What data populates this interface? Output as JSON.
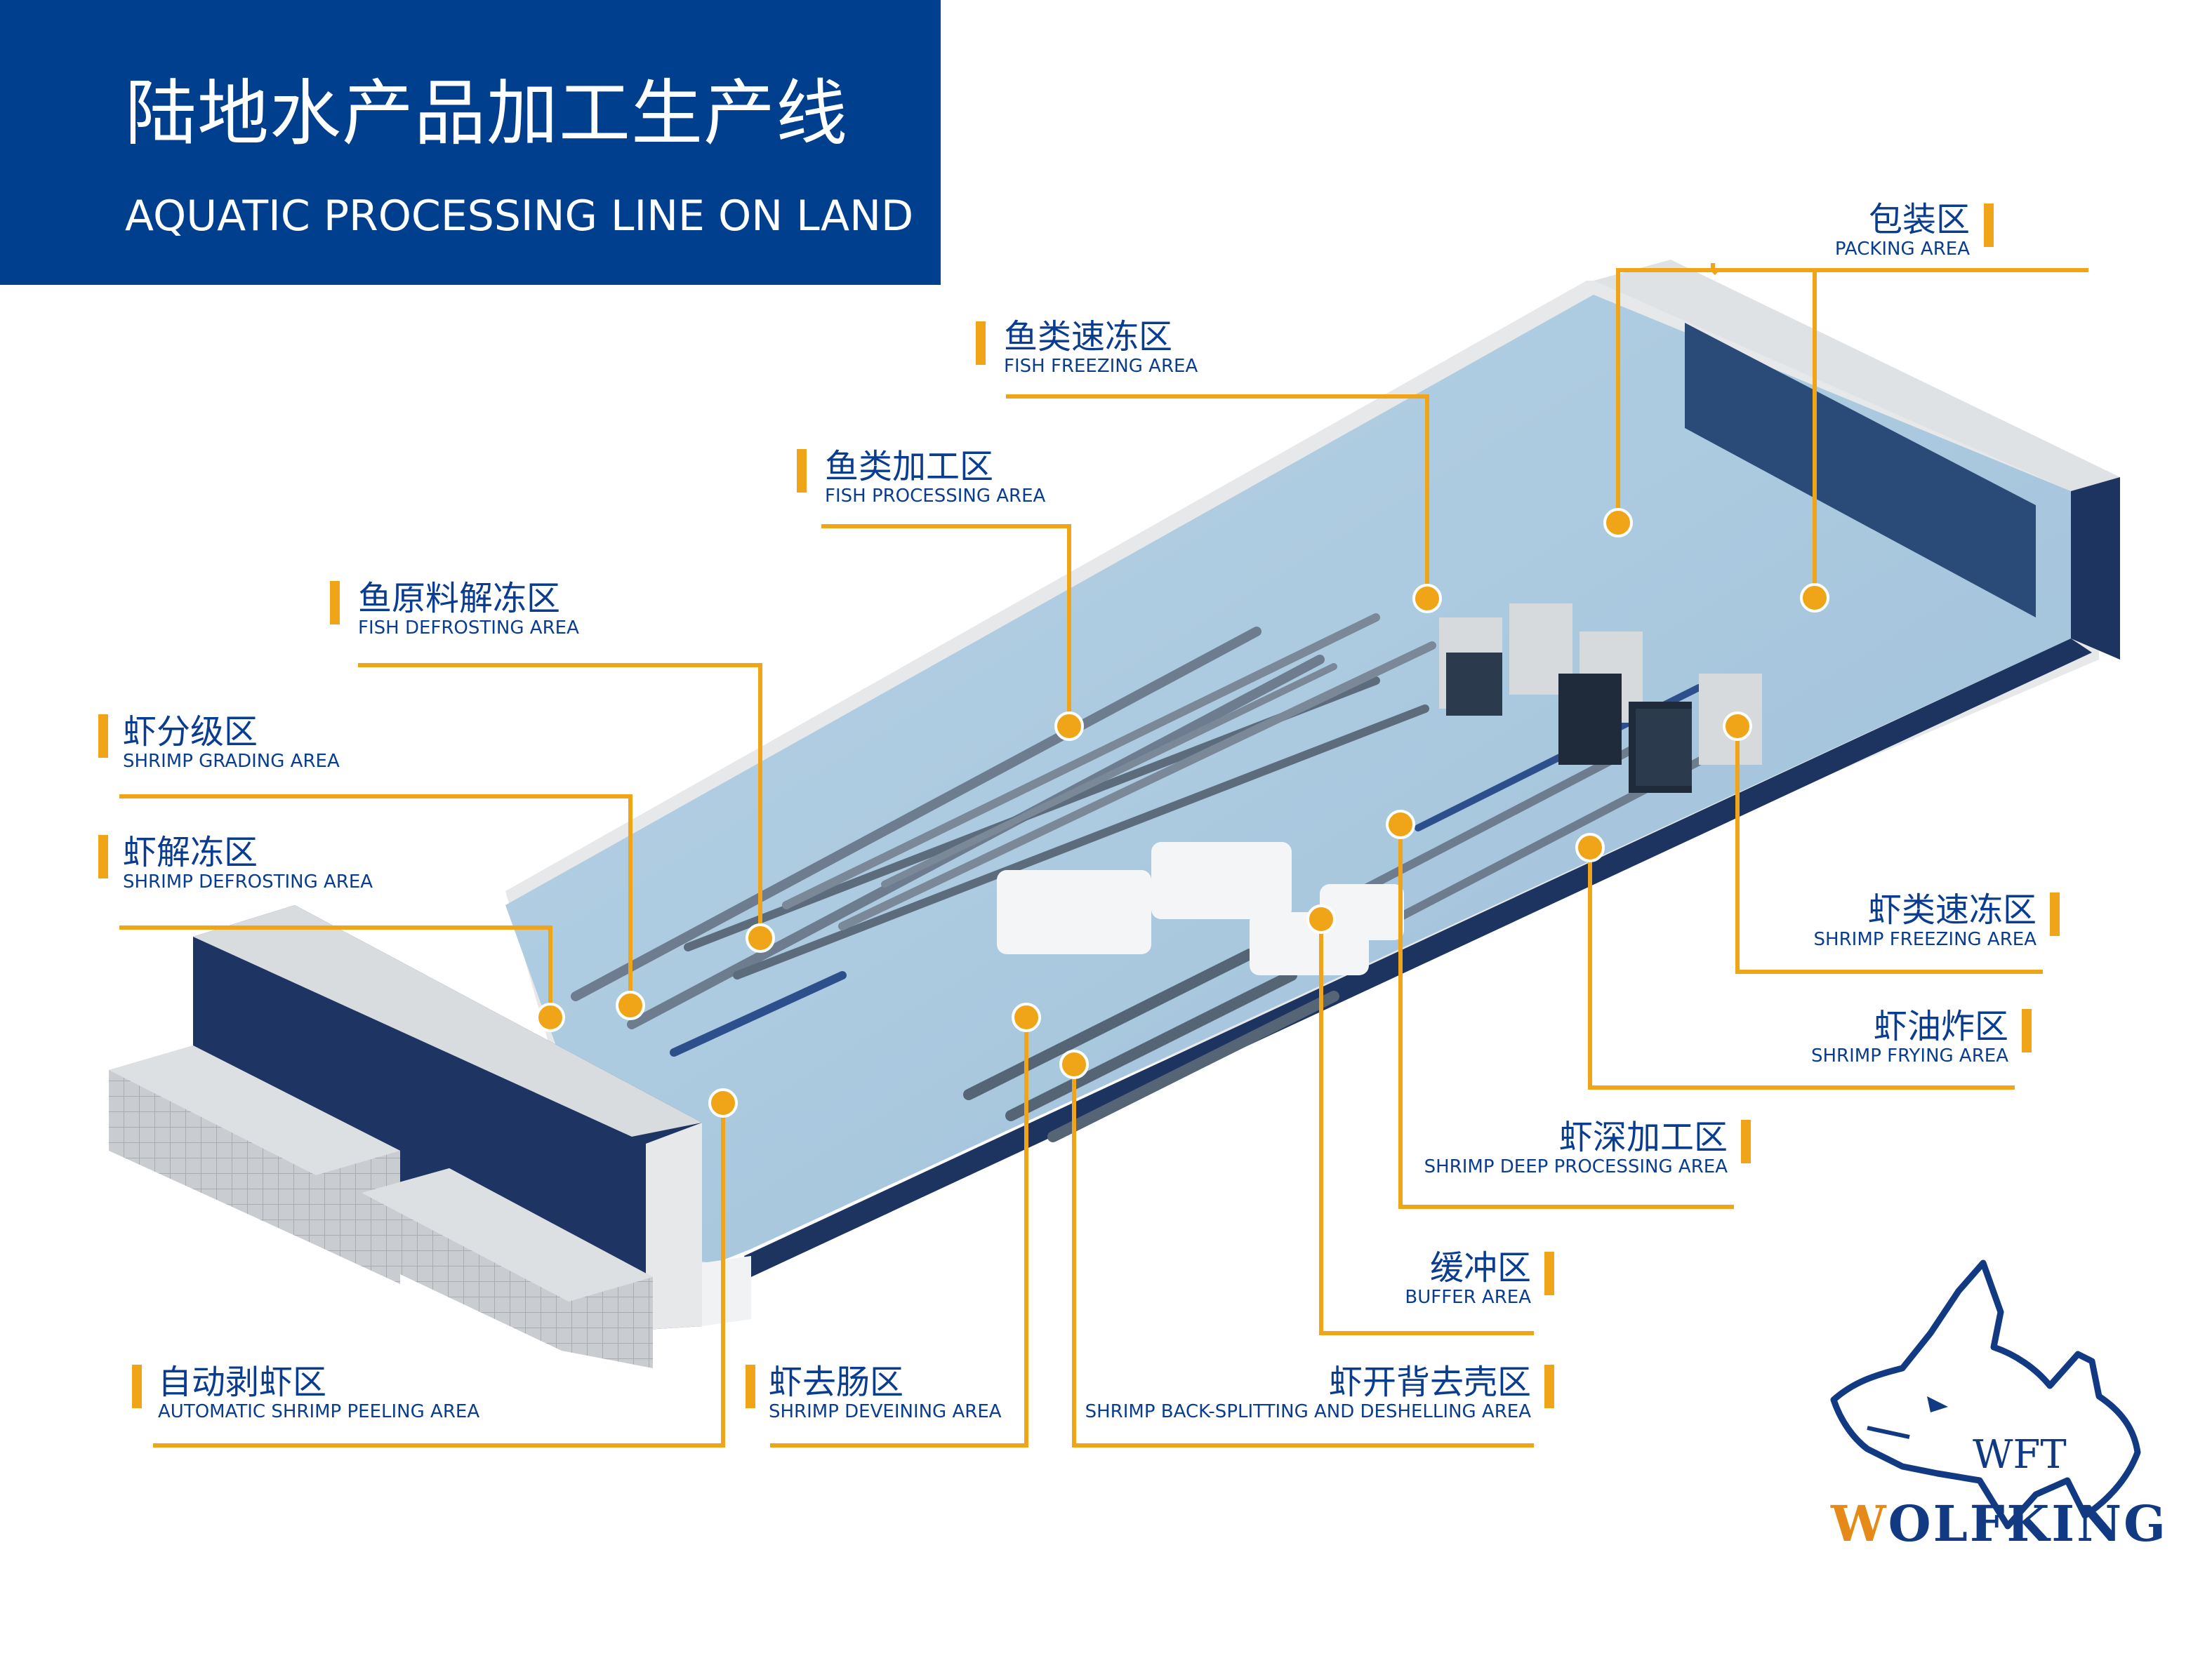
{
  "header": {
    "title_zh": "陆地水产品加工生产线",
    "title_en": "AQUATIC PROCESSING LINE ON LAND"
  },
  "colors": {
    "header_bg": "#003f8e",
    "accent": "#f0a418",
    "label_text": "#0a3d8f",
    "floor": "#a9c7dd",
    "wall_dark": "#1d3461"
  },
  "areas": [
    {
      "id": "packing",
      "zh": "包装区",
      "en": "PACKING AREA"
    },
    {
      "id": "fish-freezing",
      "zh": "鱼类速冻区",
      "en": "FISH FREEZING AREA"
    },
    {
      "id": "fish-processing",
      "zh": "鱼类加工区",
      "en": "FISH PROCESSING AREA"
    },
    {
      "id": "fish-defrosting",
      "zh": "鱼原料解冻区",
      "en": "FISH DEFROSTING AREA"
    },
    {
      "id": "shrimp-grading",
      "zh": "虾分级区",
      "en": "SHRIMP GRADING AREA"
    },
    {
      "id": "shrimp-defrosting",
      "zh": "虾解冻区",
      "en": "SHRIMP DEFROSTING AREA"
    },
    {
      "id": "shrimp-freezing",
      "zh": "虾类速冻区",
      "en": "SHRIMP FREEZING AREA"
    },
    {
      "id": "shrimp-frying",
      "zh": "虾油炸区",
      "en": "SHRIMP FRYING AREA"
    },
    {
      "id": "shrimp-deep-processing",
      "zh": "虾深加工区",
      "en": "SHRIMP DEEP PROCESSING AREA"
    },
    {
      "id": "buffer",
      "zh": "缓冲区",
      "en": "BUFFER AREA"
    },
    {
      "id": "shrimp-back-splitting",
      "zh": "虾开背去壳区",
      "en": "SHRIMP BACK-SPLITTING AND DESHELLING AREA"
    },
    {
      "id": "shrimp-deveining",
      "zh": "虾去肠区",
      "en": "SHRIMP DEVEINING AREA"
    },
    {
      "id": "automatic-shrimp-peeling",
      "zh": "自动剥虾区",
      "en": "AUTOMATIC SHRIMP PEELING AREA"
    }
  ],
  "logo": {
    "icon": "wolf-head-icon",
    "monogram": "WFT",
    "brand_first": "W",
    "brand_rest": "OLFKING"
  }
}
